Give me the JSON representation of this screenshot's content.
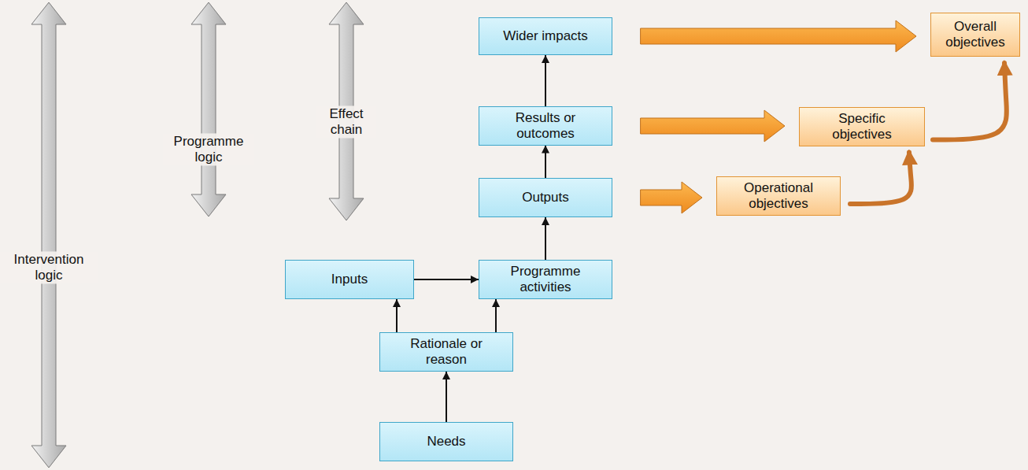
{
  "diagram": {
    "nodes": [
      {
        "text": [
          "Wider impacts"
        ]
      },
      {
        "text": [
          "Overall objectives"
        ]
      },
      {
        "text": [
          "Results or outcomes"
        ]
      },
      {
        "text": [
          "Specific objectives"
        ]
      },
      {
        "text": [
          "Outputs"
        ]
      },
      {
        "text": [
          "Operational objectives"
        ]
      },
      {
        "text": [
          "Inputs"
        ]
      },
      {
        "text": [
          "Programme activities"
        ]
      },
      {
        "text": [
          "Rationale or reason"
        ]
      },
      {
        "text": [
          "Needs"
        ]
      }
    ],
    "edges": [
      {
        "from": 9,
        "to": 8,
        "arrow": "to"
      },
      {
        "from": 8,
        "to": 6,
        "arrow": "to"
      },
      {
        "from": 8,
        "to": 7,
        "arrow": "to"
      },
      {
        "from": 6,
        "to": 7,
        "arrow": "to"
      },
      {
        "from": 7,
        "to": 4,
        "arrow": "to"
      },
      {
        "from": 4,
        "to": 2,
        "arrow": "to"
      },
      {
        "from": 2,
        "to": 0,
        "arrow": "to"
      },
      {
        "from": 0,
        "to": 1,
        "arrow": "to"
      },
      {
        "from": 2,
        "to": 3,
        "arrow": "to"
      },
      {
        "from": 4,
        "to": 5,
        "arrow": "to"
      },
      {
        "from": 5,
        "to": 3,
        "arrow": "to"
      },
      {
        "from": 3,
        "to": 1,
        "arrow": "to"
      }
    ],
    "labels": [
      "Intervention logic",
      "Programme logic",
      "Effect chain"
    ]
  }
}
